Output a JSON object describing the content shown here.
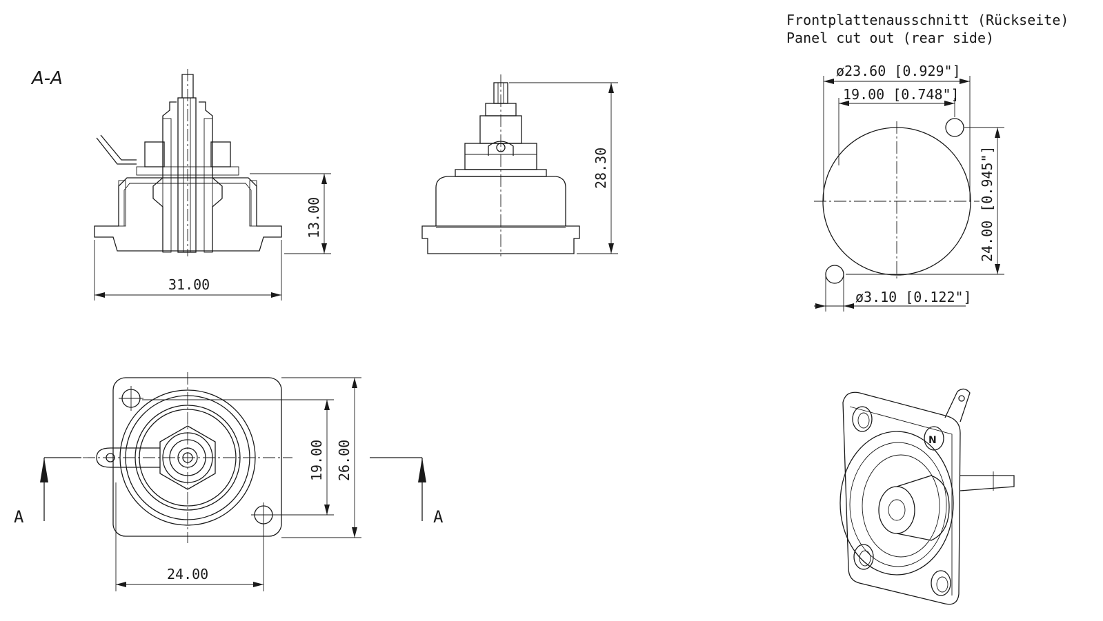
{
  "header": {
    "title_de": "Frontplattenausschnitt (Rückseite)",
    "title_en": "Panel cut out (rear side)"
  },
  "section_view": {
    "label": "A-A",
    "dim_width": "31.00",
    "dim_height": "13.00"
  },
  "side_view": {
    "dim_height": "28.30"
  },
  "front_view": {
    "dim_width": "24.00",
    "dim_inner": "19.00",
    "dim_outer": "26.00",
    "section_mark_left": "A",
    "section_mark_right": "A"
  },
  "panel_cutout": {
    "dim_diameter": "ø23.60 [0.929\"]",
    "dim_horizontal": "19.00 [0.748\"]",
    "dim_vertical": "24.00 [0.945\"]",
    "dim_hole": "ø3.10 [0.122\"]"
  }
}
